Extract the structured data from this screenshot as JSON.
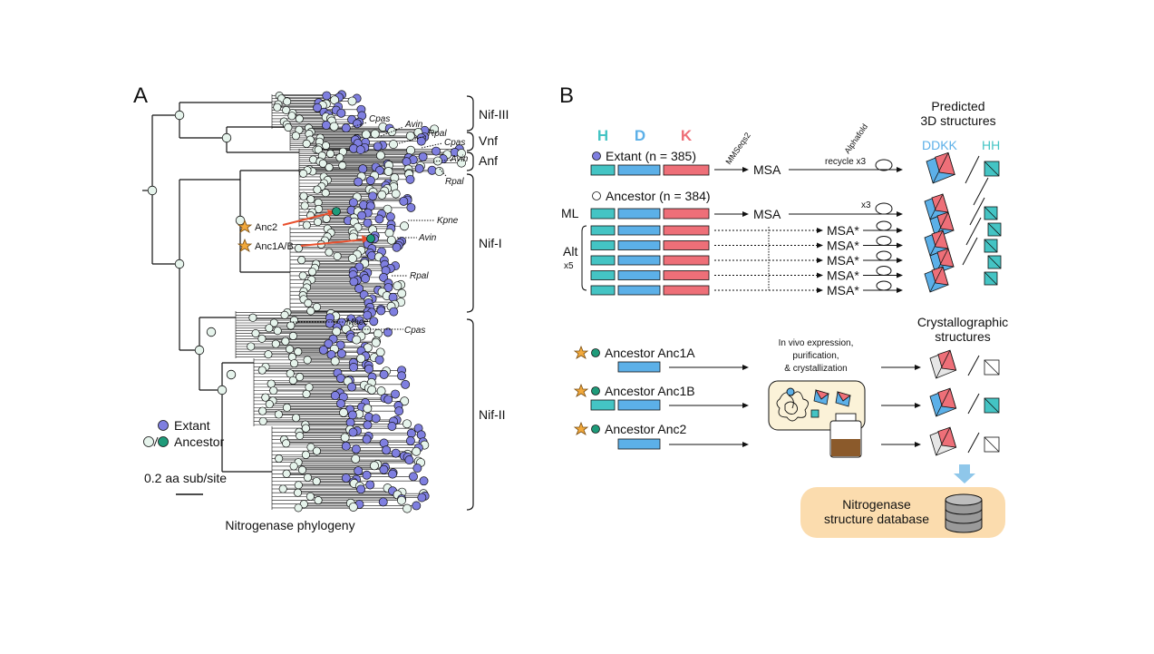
{
  "panelA": {
    "label": "A",
    "clades": [
      "Nif-III",
      "Vnf",
      "Anf",
      "Nif-I",
      "Nif-II"
    ],
    "species": [
      "Cpas",
      "Avin",
      "Rpal",
      "Cpas",
      "Avin",
      "Rpal",
      "Kpne",
      "Avin",
      "Rpal",
      "Mace",
      "Cpas"
    ],
    "anc2_label": "Anc2",
    "anc1ab_label": "Anc1A/B",
    "legend": {
      "extant": "Extant",
      "ancestor": "Ancestor"
    },
    "scale_label": "0.2 aa sub/site",
    "caption": "Nitrogenase phylogeny"
  },
  "panelB": {
    "label": "B",
    "subunits": {
      "h": "H",
      "d": "D",
      "k": "K"
    },
    "extant_label": "Extant (n = 385)",
    "ancestor_label": "Ancestor (n = 384)",
    "ml_label": "ML",
    "alt_label": "Alt",
    "alt_count": "x5",
    "mmseqs": "MMSeqs2",
    "alphafold": "Alphafold",
    "recycle": "recycle x3",
    "x3": "x3",
    "msa": "MSA",
    "msa_star": "MSA*",
    "predicted_title_1": "Predicted",
    "predicted_title_2": "3D structures",
    "ddkk": "DDKK",
    "hh": "HH",
    "crystal_title_1": "Crystallographic",
    "crystal_title_2": "structures",
    "anc1a": "Ancestor Anc1A",
    "anc1b": "Ancestor Anc1B",
    "anc2": "Ancestor Anc2",
    "expression_1": "In vivo expression,",
    "expression_2": "purification,",
    "expression_3": "& crystallization",
    "database_1": "Nitrogenase",
    "database_2": "structure database"
  },
  "colors": {
    "extant": "#7f7fe0",
    "ancestor": "#e6f4ec",
    "anc_highlight": "#1f9b7a",
    "h": "#44c4c4",
    "d": "#5cb0e8",
    "k": "#ee6f78",
    "star": "#f2a93b",
    "red_arrow": "#e8502d",
    "db_box": "#fbdcae"
  }
}
